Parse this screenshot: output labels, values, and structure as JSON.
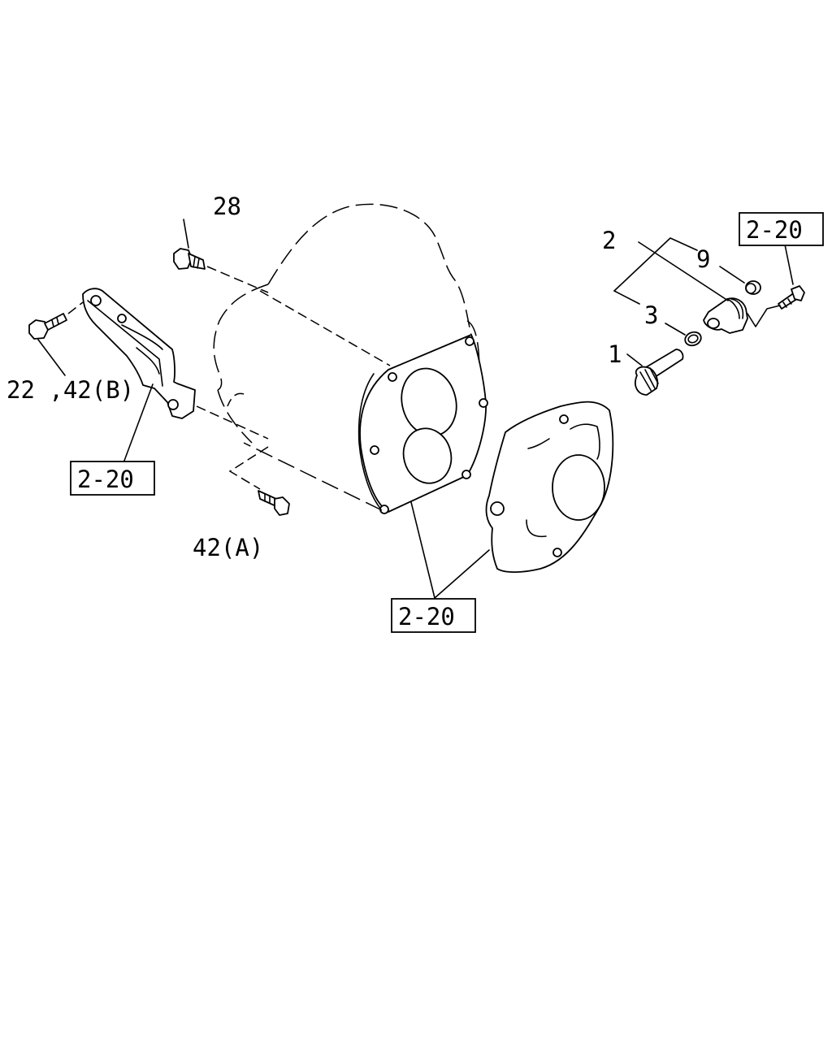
{
  "labels": {
    "part_1": "1",
    "part_2": "2",
    "part_3": "3",
    "part_9": "9",
    "part_28": "28",
    "part_22_42b": "22 ,42(B)",
    "part_42a": "42(A)"
  },
  "references": {
    "ref_top_right": "2-20",
    "ref_left": "2-20",
    "ref_bottom": "2-20"
  }
}
